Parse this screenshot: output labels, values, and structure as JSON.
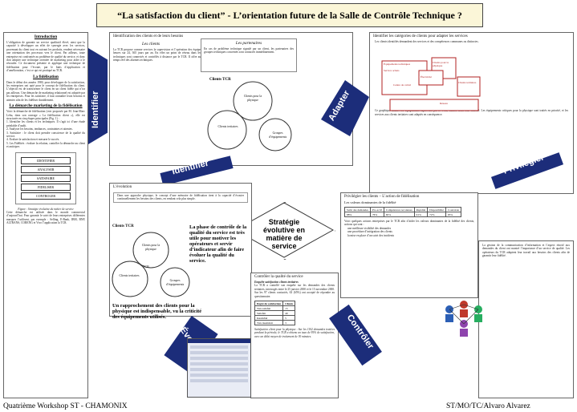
{
  "title": "“La satisfaction du client” - L’orientation future de la Salle de Contrôle Technique ?",
  "left": {
    "intro_heading": "Introduction",
    "intro_text": "L’obligation de garantir un service qualitatif élevé, ainsi que la capacité à développer un effet de synergie avec les services, provenant du client tout en suivant les produits, rendent nécessaire une orientation des processus vers le client. Par ailleurs, toute entreprise est confrontée au problème de qualité du service, et donc doit adopter une technique orientée de marketing pour aider à le résoudre. Ce document présente et applique une technique de fidélisation pour l’écoute, par le biais d’application et d’amélioration, c’est ce qui est pratiqué au TCR.",
    "fid_heading": "La fidélisation",
    "fid_text": "Dans le début des années 1980, pour développer de la satisfaction, les entreprises ont opté pour le concept de fidélisation du client. L’objectif est de transformer le client en un client fidèle qui n’ira pas ailleurs. Une démarche de marketing relationnel est adoptée par les entreprises. Pour les satisfaire, il faut connaître leurs besoins et attentes afin de les fidéliser durablement.",
    "demarche_heading": "La démarche marketing de la fidélisation",
    "demarche_text": "Voici la démarche de fidélisation (voir proposée par M. Jean-Marc Lehu, dans son ouvrage « La fidélisation client »), elle est structurée en cinq étapes principales (Fig. 1) :",
    "steps": [
      "1. Identifier les clients et les techniques. Il s’agit ici d’une étude préalable d’audit.",
      "2. Analyser les besoins, tendances, contraintes et attentes.",
      "3. Satisfaire : le client doit prendre conscience de la qualité du service.",
      "4. Evaluer la satisfaction et mesurer le succès.",
      "5. Les Fidélités : évaluer la relation, contrôler la démarche au client et anticiper."
    ],
    "flow": [
      "IDENTIFIER",
      "ANALYSER",
      "SATISFAIRE",
      "FIDELISER",
      "CONTROLER"
    ],
    "figure_caption": "Figure : Stratégie évolutive du métier de service",
    "closing_text": "Cette démarche est utilisée dans le monde commercial d’aujourd’hui. Pour garantir le suivi de leurs entreprises différentes marques l’utilisent, par exemple : Selling, E-Bank, IBM, BNP, ALTRANS, CORENG et Vivo l’application la TCR."
  },
  "banners": {
    "identifier": "Identifier",
    "adapter": "Adapter",
    "privilegier": "Privilégier",
    "evoluer": "Évoluer",
    "controler": "Contrôler",
    "identifier_top": "Identifier"
  },
  "center": {
    "diamond_title": "Stratégie évolutive en matière de service",
    "ident_heading": "Identification des clients et de leurs besoins",
    "les_clients": "Les clients",
    "clients_text": "La TCR propose comme services la supervision et l’opération des équipements techniques, 24 heures sur 24, 365 jours par an. En effet un point de réseau dans lequel les équipements techniques sont connectés et contrôlés à distance par le TCR. Il offre aux clients un suivi en temps réel des alarmes techniques.",
    "partenaires": "Les partenaires",
    "partenaires_text": "En cas de problème technique signalé par un client, les partenaires des groupes techniques concernés sont contactés immédiatement.",
    "clients_tcr": "Clients TCR",
    "clients_physique": "Clients pour la physique",
    "clients_tertiaires": "Clients tertiaires",
    "tcr": "TCR",
    "groupes": "Groupes d’équipements",
    "evolution": "L’évolution",
    "evolution_text": "Dans une approche physique, le concept d’une mémoire de fidélisation tient à la capacité d’écouter continuellement les besoins des clients, en rendant cela plus simple.",
    "phase_text": "La phase de contrôle de la qualité du service est très utile pour motiver les opérateurs et servir d’indicateur afin de faire évoluer la qualité du service.",
    "rapprochement": "Un rapprochement des clients pour la physique est indispensable, vu la criticité des équipements utilisés.",
    "controle_heading": "Contrôler la qualité du service",
    "enquete": "Enquête satisfaction clients tertiaires",
    "enquete_text": "La TCR a contrôlé son enquête sur les demandes des clients tertiaires, interrogés entre le 25 janvier 2000 et le 15 novembre 2000. Sur les 97 clients contactés, 63 (65%) ont accepté de répondre au questionnaire.",
    "table": {
      "head": [
        "Degré de satisfaction",
        "Clients"
      ],
      "rows": [
        [
          "Très satisfait",
          "15"
        ],
        [
          "Satisfait",
          "40"
        ],
        [
          "Insatisfait",
          "5"
        ],
        [
          "Très insatisfait",
          "3"
        ]
      ]
    },
    "satisfaction_text": "Satisfaction client pour la physique : Sur les 1102 demandes traitées pendant la période, le TCR a obtenu un taux de 95% de satisfaction, avec un délai moyen de traitement de 30 minutes."
  },
  "right": {
    "adapter_heading": "Identifier les catégories de clients pour adapter les services",
    "adapter_text": "Les clients identifiés demandent des services et des compétences communes ou distinctes.",
    "diag_labels": [
      "Équipements techniques",
      "Service achats",
      "Centre de calcul",
      "Électricité",
      "Réseau",
      "Clients tertiaires",
      "Clients pour la physique"
    ],
    "privilegier_text": "Ce graphique illustre les équipements supervisés par le TCR, classés selon leur criticité. Les équipements critiques pour la physique sont traités en priorité, et les services aux clients tertiaires sont adaptés en conséquence.",
    "priv_heading": "Privilégier les clients – L’action de fidélisation",
    "priv_sub": "Les valeurs dominantes de la fidélité",
    "matrix_head": [
      "Suivi des demandes",
      "Pro-actif",
      "Compétences reconnues",
      "Rapidité",
      "Disponibilité",
      "Courtoisie"
    ],
    "matrix_vals": [
      "88%",
      "76%",
      "65%",
      "91%",
      "72%",
      "95%"
    ],
    "priv_text": "Voici quelques actions entreprises par le TCR afin d’aider les valeurs dominantes de la fidélité des clients, actions qui sont :",
    "priv_list": [
      "une meilleure visibilité des demandes",
      "une procédure d’intégration des clients",
      "la mise en place d’un suivi des incidents"
    ],
    "final_text": "La gestion de la communication d’information et l’aspect réactif aux demandes du client ont montré l’importance d’un service de qualité. Les opérateurs du TCR adaptent leur travail aux besoins des clients afin de garantir leur fidélité."
  },
  "footer": {
    "left": "Quatrième Workshop ST - CHAMONIX",
    "right": "ST/MO/TC/Alvaro Alvarez"
  }
}
